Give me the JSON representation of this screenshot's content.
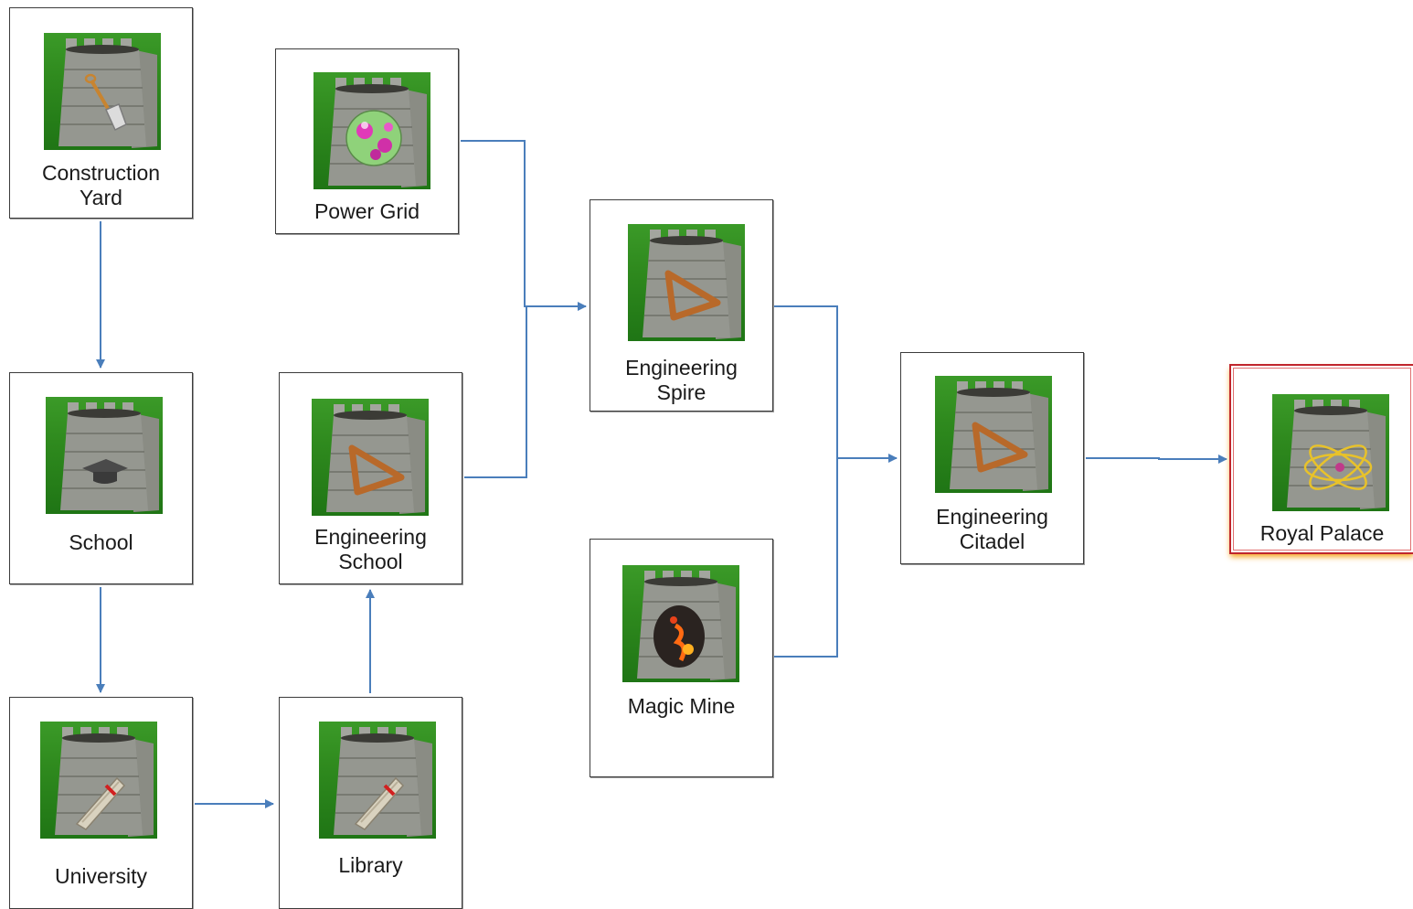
{
  "diagram": {
    "line_color": "#4a7ebb",
    "highlight_color": "#c0262c",
    "nodes": {
      "construction_yard": {
        "label": "Construction\nYard",
        "icon": "shovel-icon"
      },
      "power_grid": {
        "label": "Power Grid",
        "icon": "orb-icon"
      },
      "school": {
        "label": "School",
        "icon": "graduation-cap-icon"
      },
      "engineering_school": {
        "label": "Engineering\nSchool",
        "icon": "set-square-icon"
      },
      "university": {
        "label": "University",
        "icon": "scroll-icon"
      },
      "library": {
        "label": "Library",
        "icon": "scroll-icon"
      },
      "engineering_spire": {
        "label": "Engineering\nSpire",
        "icon": "set-square-icon"
      },
      "magic_mine": {
        "label": "Magic Mine",
        "icon": "lava-icon"
      },
      "engineering_citadel": {
        "label": "Engineering\nCitadel",
        "icon": "set-square-icon"
      },
      "royal_palace": {
        "label": "Royal Palace",
        "icon": "atom-ring-icon"
      }
    },
    "edges": [
      {
        "from": "construction_yard",
        "to": "school"
      },
      {
        "from": "school",
        "to": "university"
      },
      {
        "from": "university",
        "to": "library"
      },
      {
        "from": "library",
        "to": "engineering_school"
      },
      {
        "from": "power_grid",
        "to": "engineering_spire"
      },
      {
        "from": "engineering_school",
        "to": "engineering_spire"
      },
      {
        "from": "engineering_spire",
        "to": "engineering_citadel"
      },
      {
        "from": "magic_mine",
        "to": "engineering_citadel"
      },
      {
        "from": "engineering_citadel",
        "to": "royal_palace"
      }
    ]
  }
}
